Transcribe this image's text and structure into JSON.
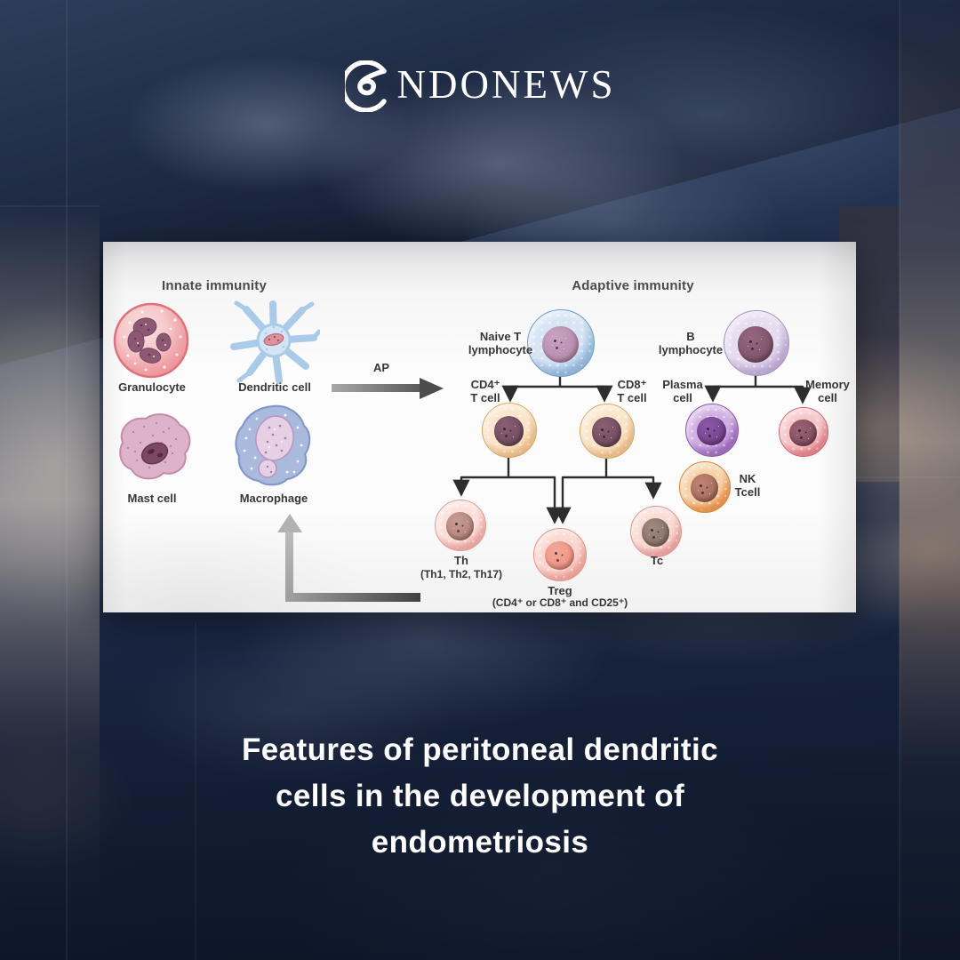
{
  "brand": {
    "logo_text": "NDONEWS",
    "icons": {
      "logo_mark": "endonews-e-mark"
    }
  },
  "headline": {
    "lines": [
      "Features of peritoneal dendritic",
      "cells in the development of",
      "endometriosis"
    ]
  },
  "figure": {
    "innate": {
      "title": "Innate immunity",
      "granulocyte": "Granulocyte",
      "dendritic": "Dendritic cell",
      "mast": "Mast cell",
      "macrophage": "Macrophage"
    },
    "ap_label": "AP",
    "adaptive": {
      "title": "Adaptive immunity",
      "naive_t": [
        "Naive T",
        "lymphocyte"
      ],
      "b": [
        "B",
        "lymphocyte"
      ],
      "cd4": [
        "CD4⁺",
        "T cell"
      ],
      "cd8": [
        "CD8⁺",
        "T cell"
      ],
      "plasma": [
        "Plasma",
        "cell"
      ],
      "memory": [
        "Memory",
        "cell"
      ],
      "nk": [
        "NK",
        "Tcell"
      ],
      "th": "Th",
      "th_sub": "(Th1, Th2, Th17)",
      "treg": "Treg",
      "treg_sub": "(CD4⁺ or CD8⁺ and CD25⁺)",
      "tc": "Tc"
    }
  },
  "colors": {
    "background_navy": "#1d2b49",
    "headline_text": "#ffffff",
    "panel_background": "#fbfbfb",
    "connector": "#2d2d2d",
    "naive_t_cell": "#9cc0e4",
    "b_cell": "#c6b2da",
    "t_helper_orange": "#f3c795",
    "plasma_purple": "#a773c6",
    "memory_red": "#ec8b95",
    "nk_orange": "#f19c52",
    "th_pink": "#f6b3ae",
    "granulocyte_pink": "#ef9aa1",
    "dendritic_blue": "#a9cbe9",
    "mast_pink": "#dcb3c9",
    "macrophage_blue": "#a9badd"
  }
}
